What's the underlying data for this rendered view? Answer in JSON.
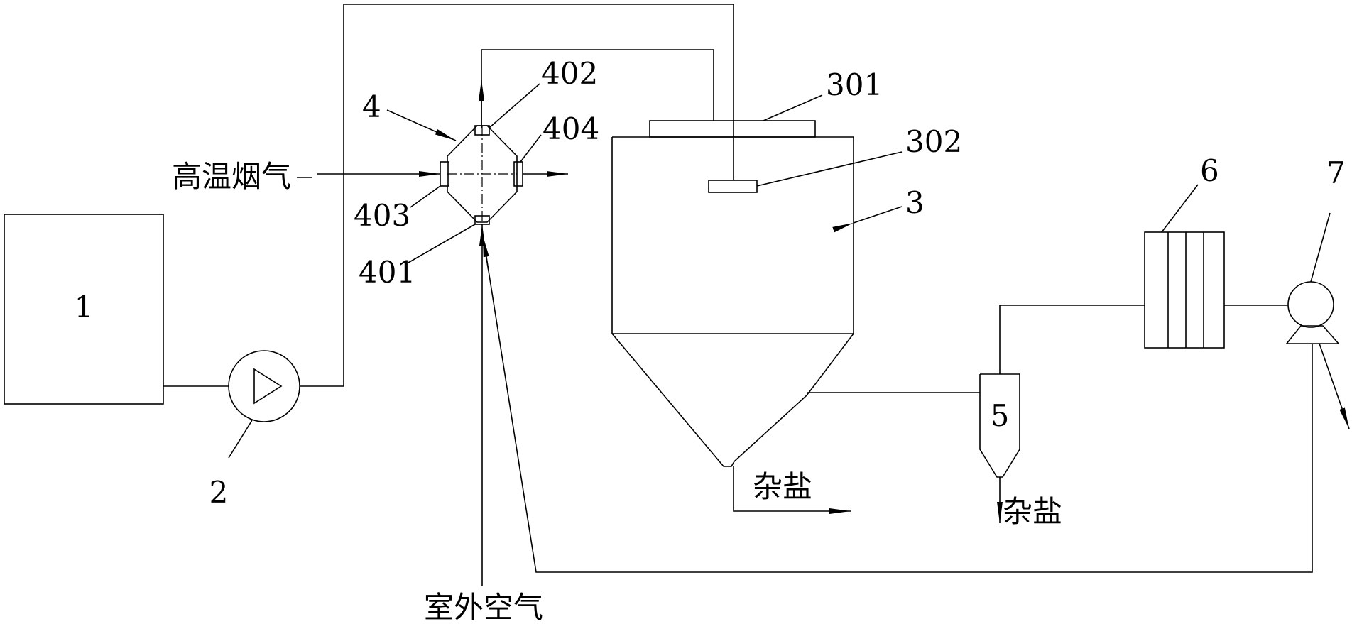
{
  "labels": {
    "tank": "1",
    "pump": "2",
    "dryer": "3",
    "dryer_top": "301",
    "atomizer": "302",
    "mixer": "4",
    "port_bottom": "401",
    "port_top": "402",
    "port_left": "403",
    "port_right": "404",
    "separator": "5",
    "filter": "6",
    "fan": "7"
  },
  "text": {
    "flue_gas": "高温烟气",
    "outdoor_air": "室外空气",
    "salt_1": "杂盐",
    "salt_2": "杂盐"
  }
}
